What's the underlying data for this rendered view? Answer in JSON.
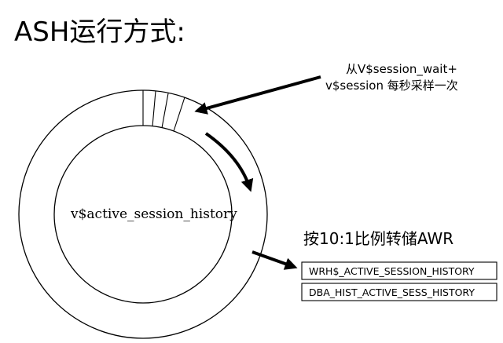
{
  "title": "ASH运行方式:",
  "source_note": {
    "line1": "从V$session_wait+",
    "line2": "v$session 每秒采样一次"
  },
  "ring_label": "v$active_session_history",
  "awr_note": "按10:1比例转储AWR",
  "tables": [
    "WRH$_ACTIVE_SESSION_HISTORY",
    "DBA_HIST_ACTIVE_SESS_HISTORY"
  ]
}
